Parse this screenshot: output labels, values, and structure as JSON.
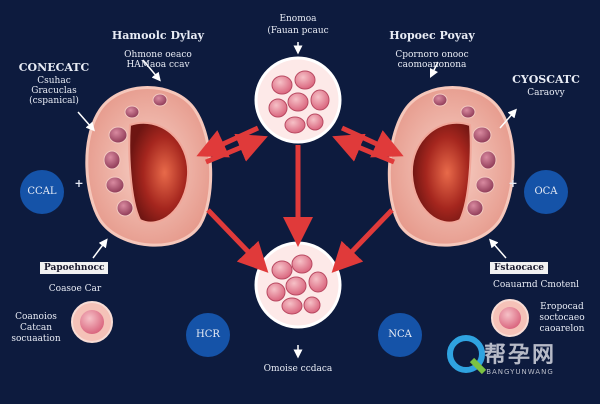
{
  "colors": {
    "background": "#0d1b3e",
    "cell_outer": "#f2b3a6",
    "cell_inner": "#c2402f",
    "arrow": "#e03a3a",
    "node_blue": "#1553a8",
    "organelle": "#9a4a66"
  },
  "labels": {
    "left_title": "CONECATC",
    "left_sub1": "Csuhac",
    "left_sub2": "Gracuclas",
    "left_sub3": "(cspanical)",
    "left_cell_title": "Hamoolc Dylay",
    "left_cell_sub1": "Ohmone oeaco",
    "left_cell_sub2": "HAMaoa ccav",
    "top_title": "Enomoa",
    "top_sub": "(Fauan pcauc",
    "right_cell_title": "Hopoec Poyay",
    "right_cell_sub1": "Cpornoro onooc",
    "right_cell_sub2": "caomoanonona",
    "right_title": "CYOSCATC",
    "right_sub": "Caraovy",
    "left_tag": "Papoehnocc",
    "left_small1": "Coasoe Car",
    "left_small2": "Coanoios",
    "left_small3": "Catcan",
    "left_small4": "socuaation",
    "right_tag": "Fstaocace",
    "right_small1": "Coauarnd Cmotenl",
    "right_small2": "Eropocad",
    "right_small3": "soctocaeo",
    "right_small4": "caoarelon",
    "bottom_label": "Omoise ccdaca",
    "node_left": "CCAL",
    "node_right": "OCA",
    "node_bottom_left": "HCR",
    "node_bottom_right": "NCA",
    "plus": "+"
  },
  "watermark": {
    "cn": "帮孕网",
    "en": "BANGYUNWANG"
  }
}
